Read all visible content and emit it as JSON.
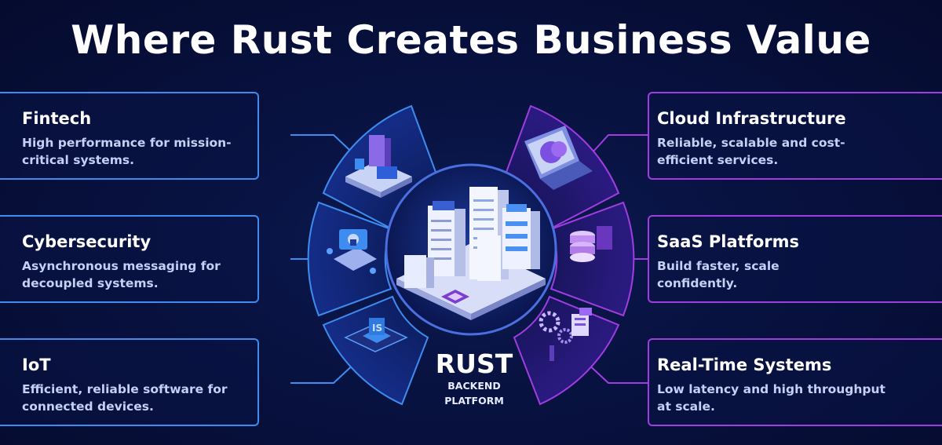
{
  "title": "Where Rust Creates Business Value",
  "center": {
    "main": "RUST",
    "sub1": "BACKEND",
    "sub2": "PLATFORM"
  },
  "left_cards": [
    {
      "heading": "Fintech",
      "line1": "High performance for mission-",
      "line2": "critical systems."
    },
    {
      "heading": "Cybersecurity",
      "line1": "Asynchronous messaging for",
      "line2": "decoupled systems."
    },
    {
      "heading": "IoT",
      "line1": "Efficient, reliable software for",
      "line2": "connected devices."
    }
  ],
  "right_cards": [
    {
      "heading": "Cloud Infrastructure",
      "line1": "Reliable, scalable and cost-",
      "line2": "efficient services."
    },
    {
      "heading": "SaaS Platforms",
      "line1": "Build  faster, scale",
      "line2": "confidently."
    },
    {
      "heading": "Real-Time Systems",
      "line1": "Low latency and high throughput",
      "line2": "at scale."
    }
  ],
  "colors": {
    "left_accent": "#3f8cf0",
    "right_accent": "#a03de0",
    "background": "#081240"
  },
  "icons": [
    "office-desk-icon",
    "lock-shield-icon",
    "microchip-icon",
    "cloud-laptop-icon",
    "database-icon",
    "gears-dashboard-icon",
    "server-city-icon"
  ]
}
